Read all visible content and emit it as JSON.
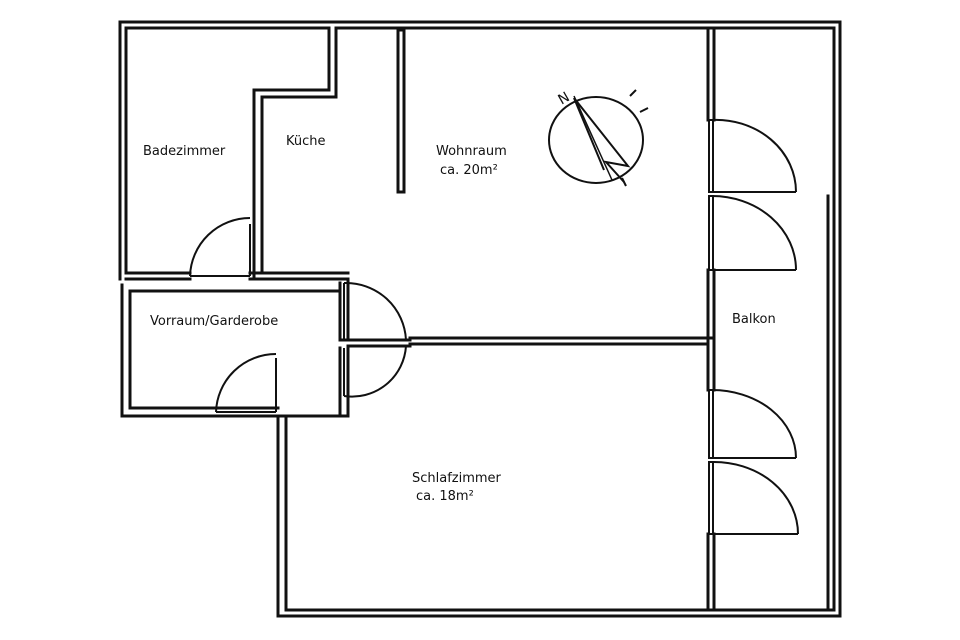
{
  "rooms": {
    "bathroom": "Badezimmer",
    "kitchen": "Küche",
    "living_name": "Wohnraum",
    "living_area": "ca. 20m²",
    "hall": "Vorraum/Garderobe",
    "balcony": "Balkon",
    "bedroom_name": "Schlafzimmer",
    "bedroom_area": "ca. 18m²"
  },
  "compass_label": "N",
  "colors": {
    "wall": "#111111",
    "background": "#ffffff"
  }
}
